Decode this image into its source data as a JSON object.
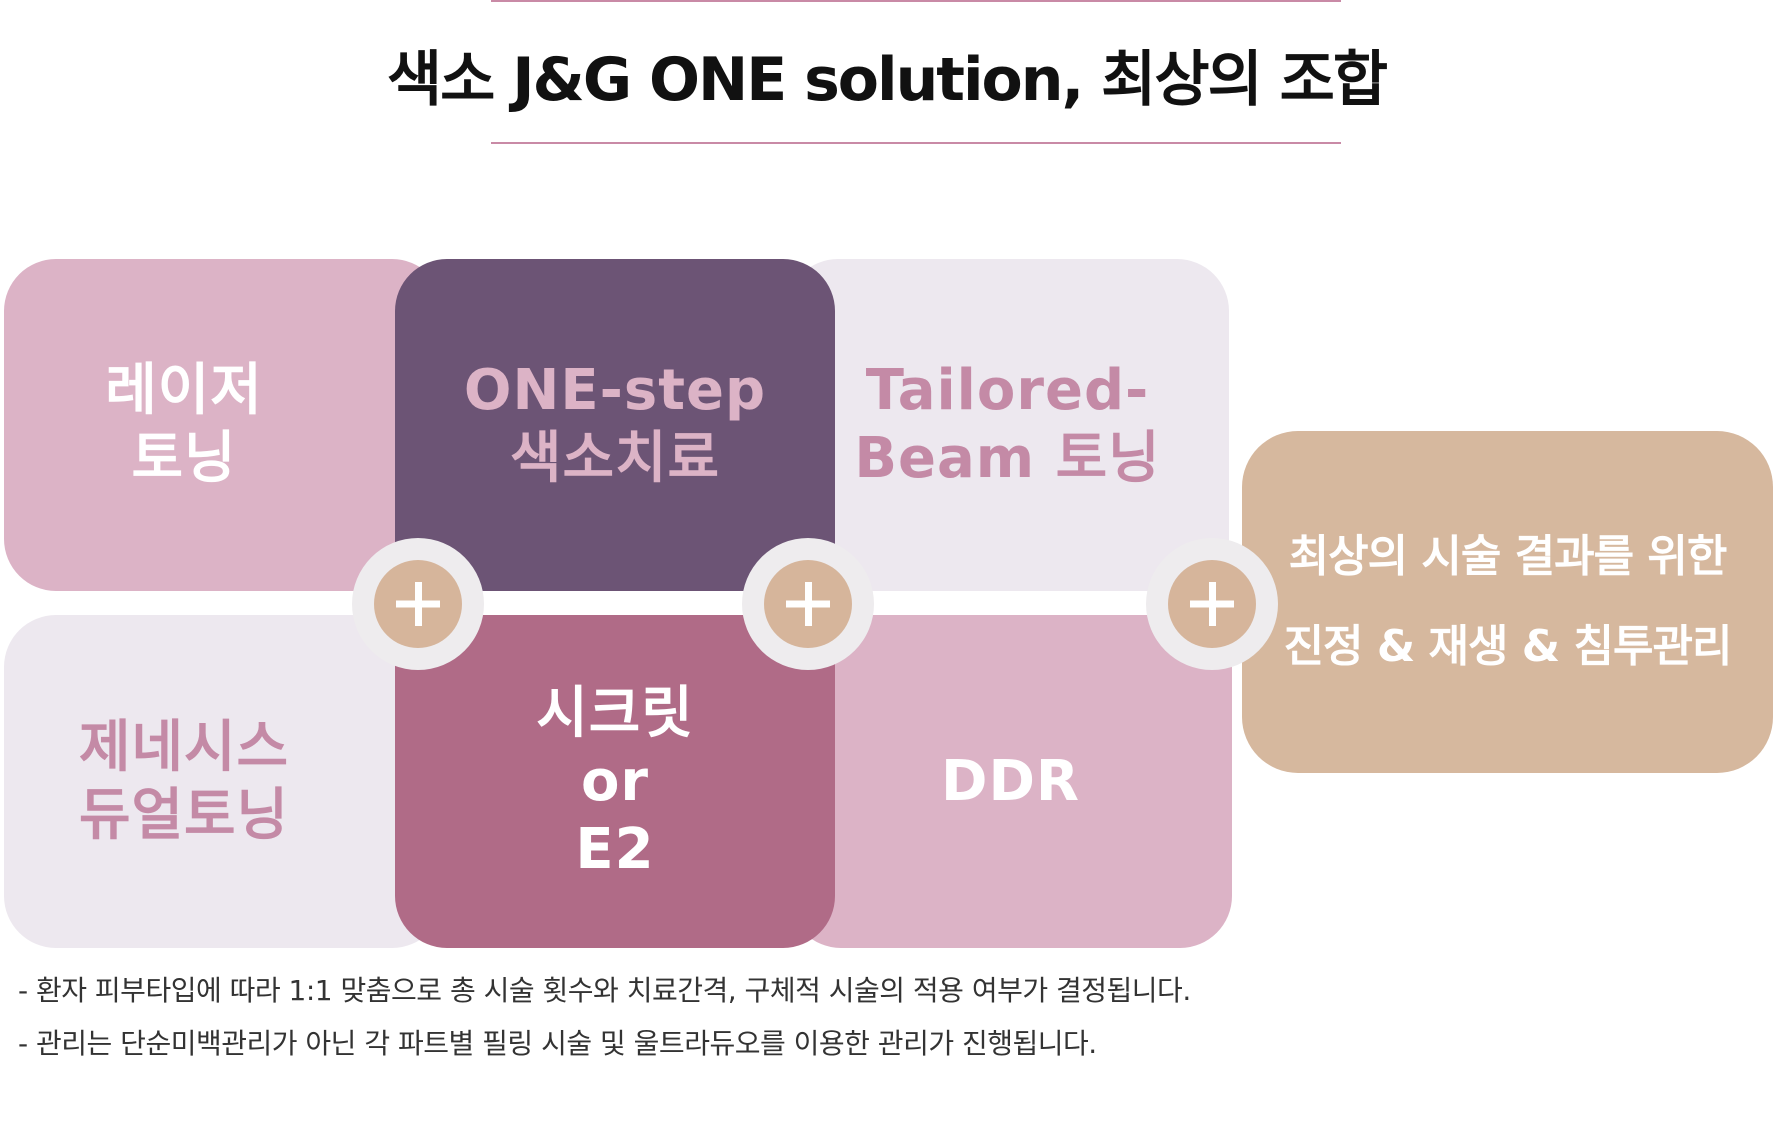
{
  "title": "색소 J&G ONE solution, 최상의 조합",
  "colors": {
    "rule": "#c98aa6",
    "pink_light": "#dcb3c6",
    "lavender_light": "#ede8ef",
    "plum_dark": "#6c5475",
    "rose": "#b06b87",
    "pink_text": "#c48aa6",
    "tan": "#d6b59b",
    "badge_ring": "#eeecee"
  },
  "treatments": [
    {
      "line1": "레이저",
      "line2": "토닝"
    },
    {
      "line1": "ONE-step",
      "line2": "색소치료"
    },
    {
      "line1": "Tailored-",
      "line2": "Beam 토닝"
    },
    {
      "line1": "제네시스",
      "line2": "듀얼토닝"
    },
    {
      "line1": "시크릿",
      "line2": "or",
      "line3": "E2"
    },
    {
      "line1": "DDR"
    }
  ],
  "result": {
    "line1": "최상의 시술 결과를 위한",
    "line2": "진정 & 재생 & 침투관리"
  },
  "notes": [
    "- 환자 피부타입에 따라 1:1 맞춤으로 총 시술 횟수와 치료간격, 구체적 시술의 적용 여부가 결정됩니다.",
    "- 관리는 단순미백관리가 아닌 각 파트별 필링 시술 및 울트라듀오를 이용한 관리가 진행됩니다."
  ]
}
